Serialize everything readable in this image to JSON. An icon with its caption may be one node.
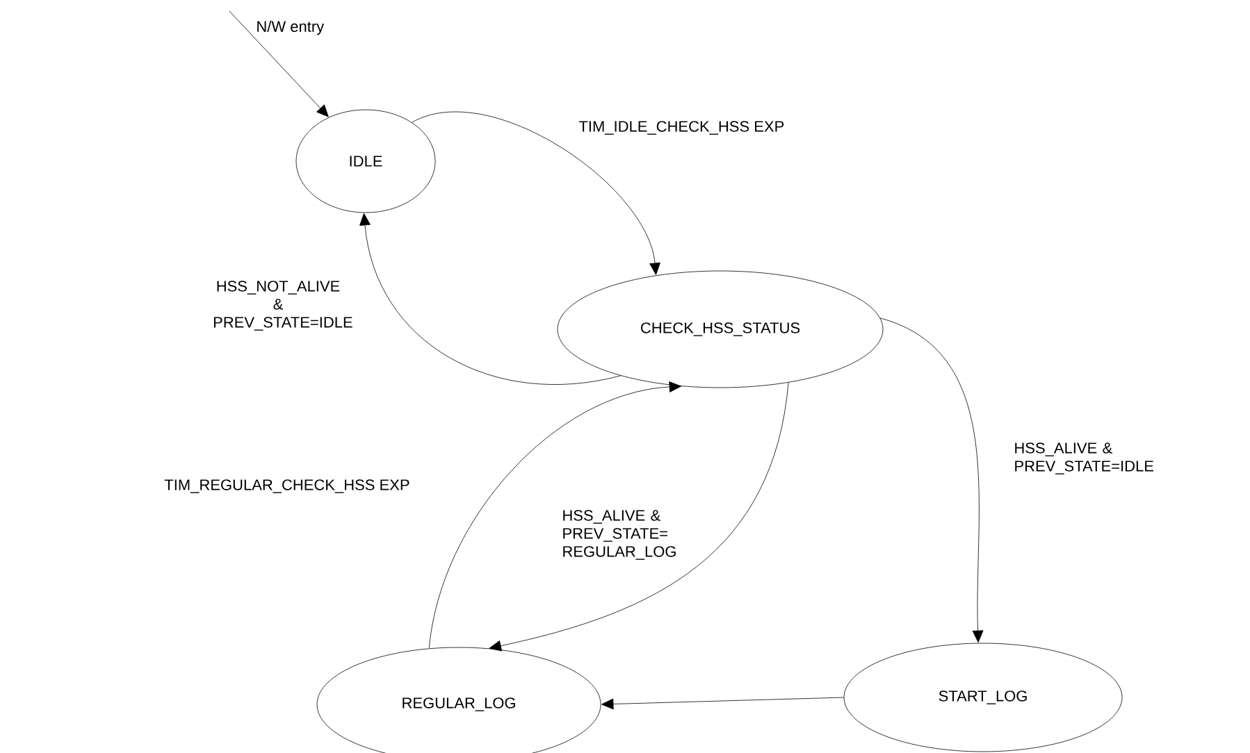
{
  "diagram": {
    "nodes": [
      {
        "text": [
          "IDLE"
        ]
      },
      {
        "text": [
          "CHECK_HSS_STATUS"
        ]
      },
      {
        "text": [
          "START_LOG"
        ]
      },
      {
        "text": [
          "REGULAR_LOG"
        ]
      }
    ],
    "edges": [
      {
        "from": null,
        "to": 0,
        "arrow": "to",
        "label": "N/W entry"
      },
      {
        "from": 0,
        "to": 1,
        "arrow": "to",
        "label": "TIM_IDLE_CHECK_HSS EXP"
      },
      {
        "from": 1,
        "to": 0,
        "arrow": "to",
        "label": "HSS_NOT_ALIVE & PREV_STATE=IDLE"
      },
      {
        "from": 1,
        "to": 2,
        "arrow": "to",
        "label": "HSS_ALIVE & PREV_STATE=IDLE"
      },
      {
        "from": 1,
        "to": 3,
        "arrow": "to",
        "label": "HSS_ALIVE & PREV_STATE= REGULAR_LOG"
      },
      {
        "from": 2,
        "to": 3,
        "arrow": "to"
      },
      {
        "from": 3,
        "to": 1,
        "arrow": "to",
        "label": "TIM_REGULAR_CHECK_HSS EXP"
      }
    ]
  }
}
